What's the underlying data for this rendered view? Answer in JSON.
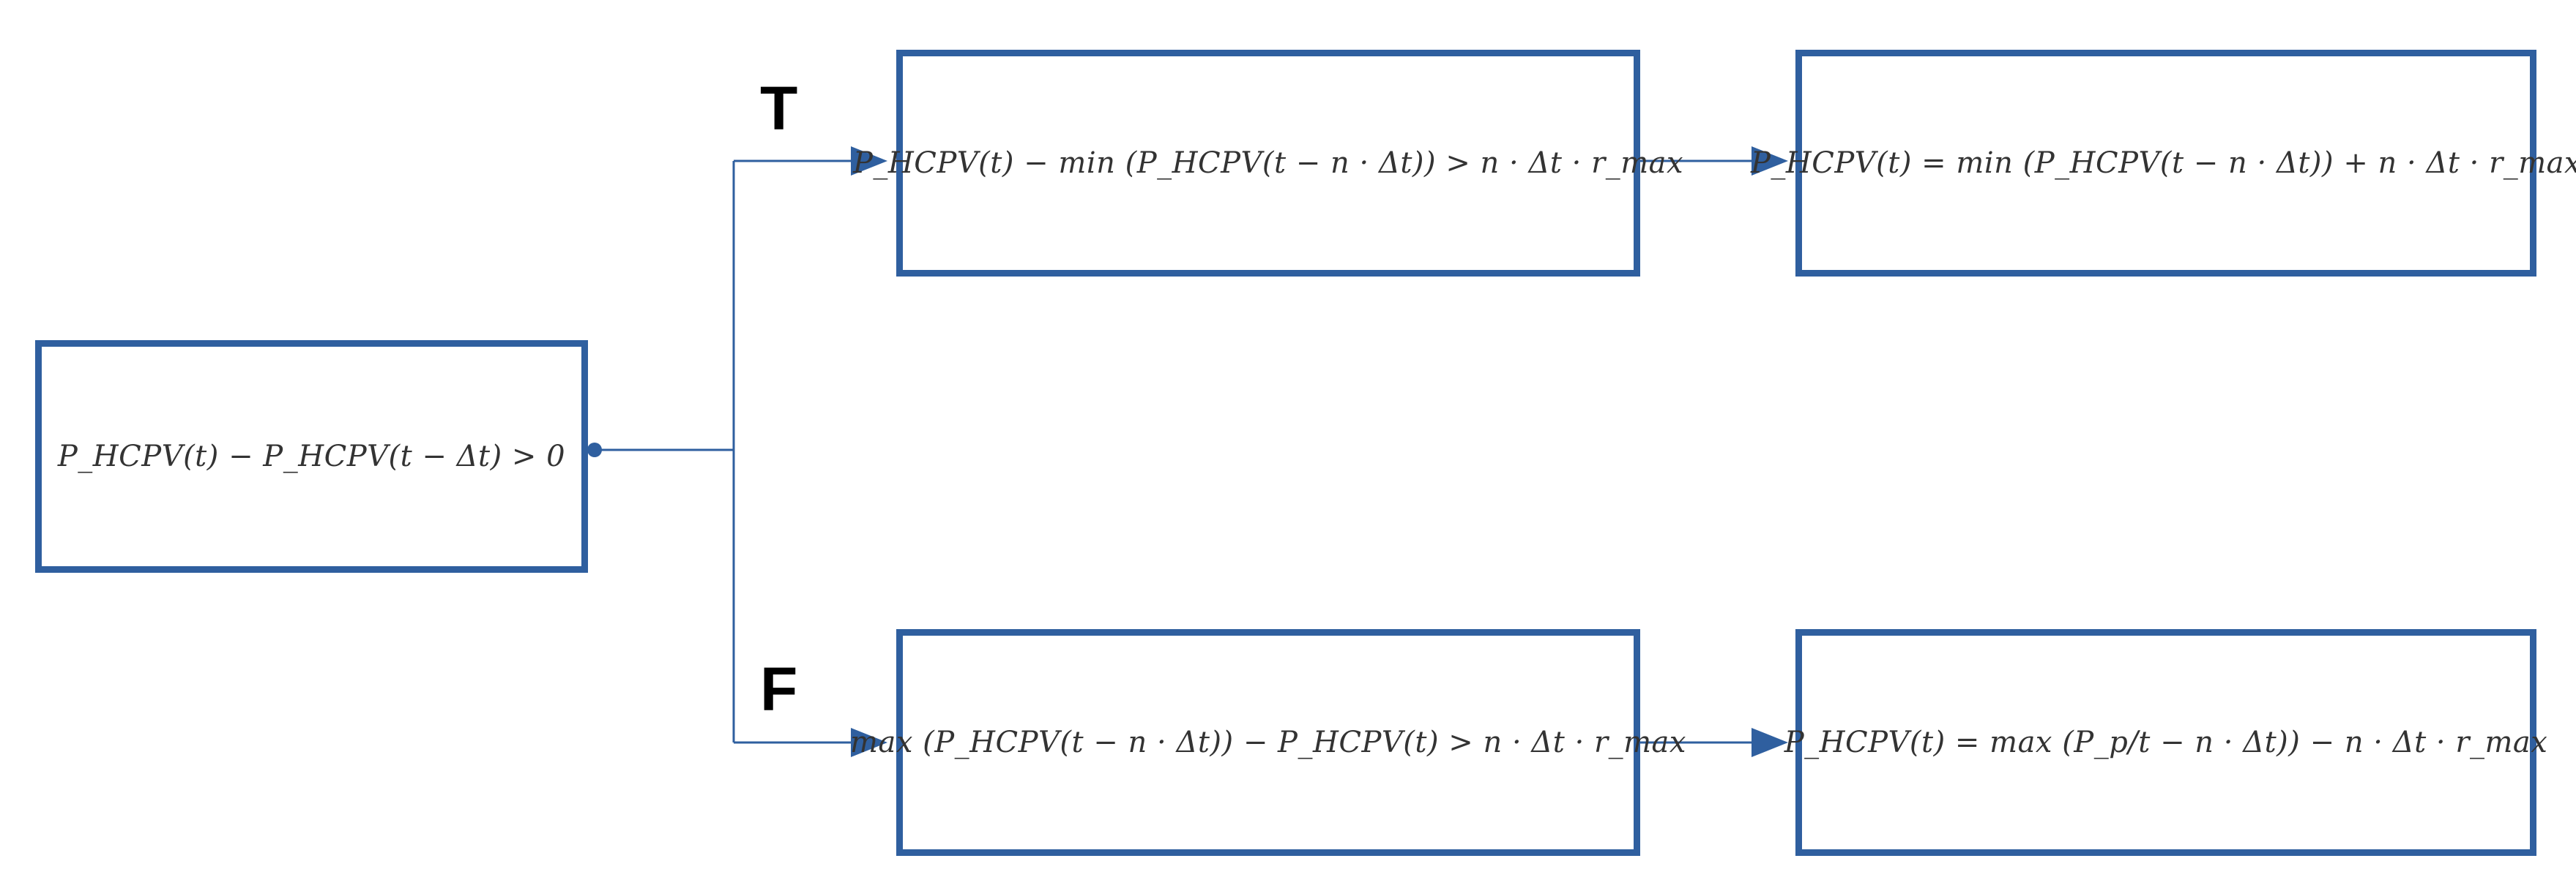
{
  "diagram": {
    "line_color": "#2f5f9f",
    "box_color": "#2f5f9f",
    "branches": {
      "true_label": "T",
      "false_label": "F"
    },
    "nodes": {
      "start": "P_HCPV(t) − P_HCPV(t − Δt) > 0",
      "true_condition": "P_HCPV(t) − min (P_HCPV(t − n · Δt)) > n · Δt · r_max",
      "true_result": "P_HCPV(t) = min (P_HCPV(t − n · Δt)) + n · Δt · r_max",
      "false_condition": "max (P_HCPV(t − n · Δt)) − P_HCPV(t) > n · Δt · r_max",
      "false_result": "P_HCPV(t) = max (P_p/t − n · Δt)) − n · Δt · r_max"
    }
  }
}
